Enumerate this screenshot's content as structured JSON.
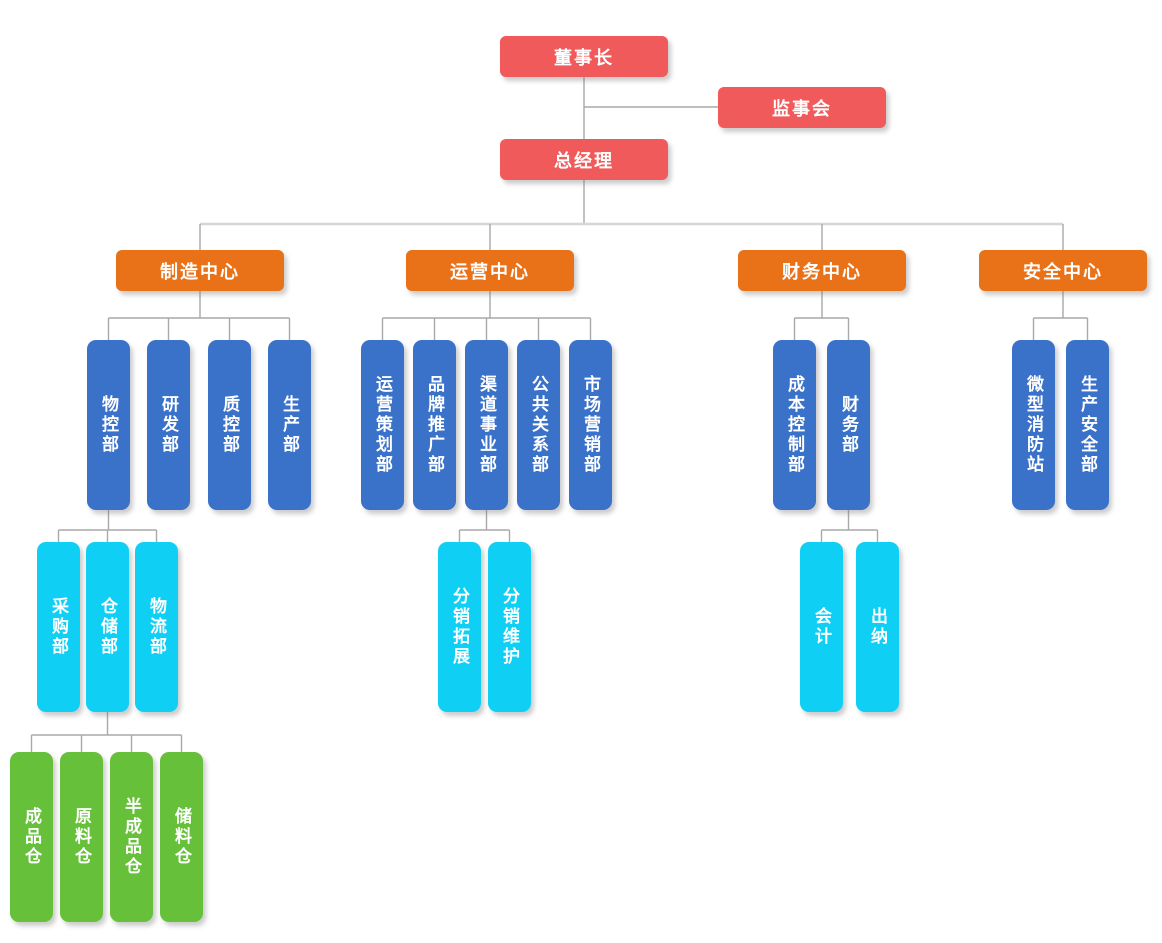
{
  "colors": {
    "executive_red": "#f15a5a",
    "center_orange": "#e97118",
    "department_blue": "#3a71c9",
    "team_cyan": "#0fcff5",
    "warehouse_green": "#66c03a",
    "connector_gray": "#a9a9a9",
    "text_white": "#ffffff"
  },
  "nodes": {
    "chairman": "董事长",
    "supervisory_board": "监事会",
    "general_manager": "总经理",
    "centers": {
      "manufacturing": "制造中心",
      "operations": "运营中心",
      "finance": "财务中心",
      "safety": "安全中心"
    },
    "departments": {
      "manufacturing": [
        "物控部",
        "研发部",
        "质控部",
        "生产部"
      ],
      "operations": [
        "运营策划部",
        "品牌推广部",
        "渠道事业部",
        "公共关系部",
        "市场营销部"
      ],
      "finance": [
        "成本控制部",
        "财务部"
      ],
      "safety": [
        "微型消防站",
        "生产安全部"
      ]
    },
    "teams": {
      "material_control": [
        "采购部",
        "仓储部",
        "物流部"
      ],
      "channel_business": [
        "分销拓展",
        "分销维护"
      ],
      "finance_dept": [
        "会计",
        "出纳"
      ]
    },
    "warehouses": [
      "成品仓",
      "原料仓",
      "半成品仓",
      "储料仓"
    ]
  }
}
